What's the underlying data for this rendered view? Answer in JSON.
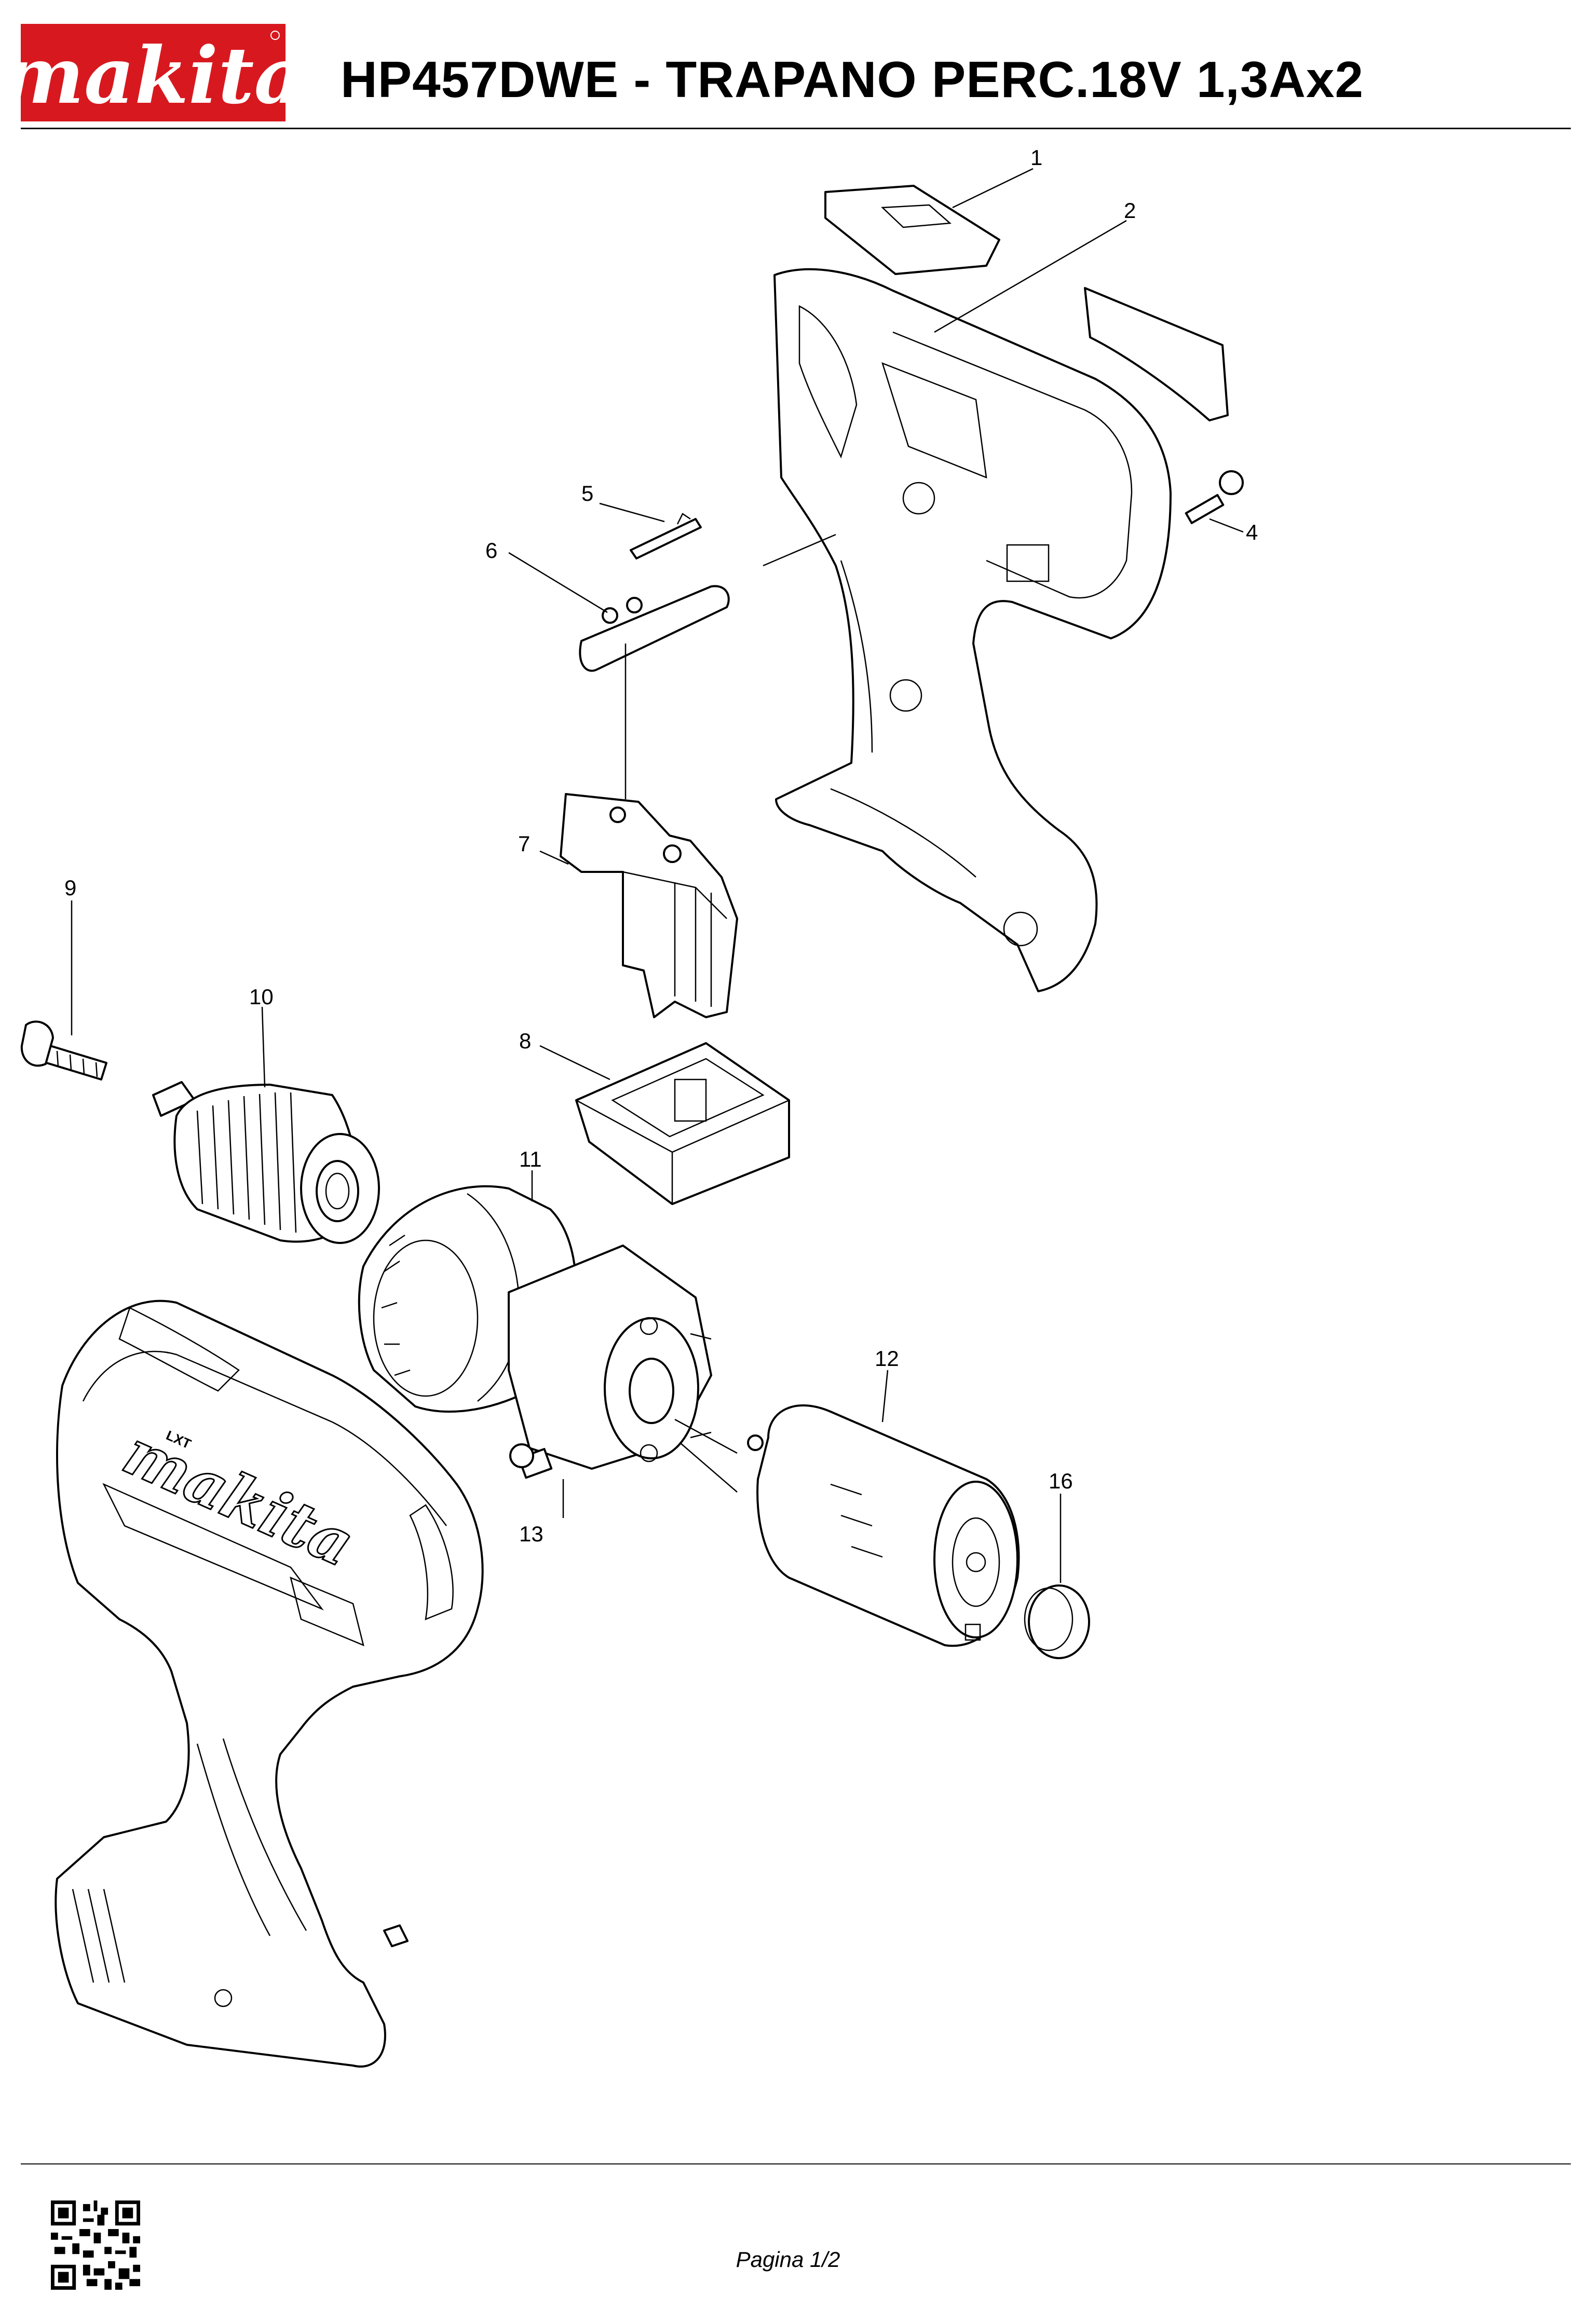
{
  "header": {
    "brand": "makita",
    "title": "HP457DWE - TRAPANO PERC.18V 1,3Ax2"
  },
  "diagram": {
    "callouts": [
      "1",
      "2",
      "4",
      "5",
      "6",
      "7",
      "8",
      "9",
      "10",
      "11",
      "12",
      "13",
      "16"
    ],
    "body_logo": "makita",
    "body_badge": "LXT"
  },
  "footer": {
    "page_label": "Pagina 1/2"
  },
  "colors": {
    "brand_red": "#d7191f",
    "line": "#000000"
  }
}
